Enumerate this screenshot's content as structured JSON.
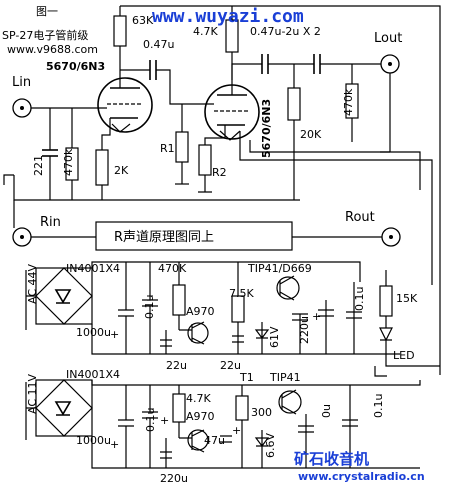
{
  "figure_label": "图一",
  "model_label": "SP-27电子管前级",
  "site_small": "www.v9688.com",
  "watermark_url": "www.wuyazi.com",
  "watermark_bottom": "www.crystalradio.cn",
  "logo_text": "矿石收音机",
  "tube_label_1": "5670/6N3",
  "tube_label_2": "5670/6N3",
  "ports": {
    "lin": "Lin",
    "lout": "Lout",
    "rin": "Rin",
    "rout": "Rout"
  },
  "note_box": "R声道原理图同上",
  "components": {
    "r_63k": "63K",
    "c_047": "0.47u",
    "r_47k_top": "4.7K",
    "c_047_2u": "0.47u-2u X 2",
    "r_470k_in": "470k",
    "c_221": "221",
    "r_2k": "2K",
    "r1": "R1",
    "r2": "R2",
    "r_20k": "20K",
    "r_470k_out": "470k",
    "bridge_1": "IN4001X4",
    "ac_44": "AC 44V",
    "c_1000u_1": "1000u",
    "c_01u_1": "0.1u",
    "r_470k_reg": "470K",
    "r_75k": "7.5K",
    "q_a970_1": "A970",
    "c_22u_a": "22u",
    "c_22u_b": "22u",
    "z_61v": "61V",
    "c_220u_1": "220u",
    "q_tip41_d669": "TIP41/D669",
    "c_01u_2": "0.1u",
    "r_15k": "15K",
    "led": "LED",
    "bridge_2": "IN4001X4",
    "ac_11": "AC 11V",
    "c_1000u_2": "1000u",
    "c_01u_3": "0.1u",
    "r_47k_reg": "4.7K",
    "q_a970_2": "A970",
    "c_47u": "47u",
    "c_220u_2": "220u",
    "r_300": "300",
    "z_66v": "6.6V",
    "t1": "T1",
    "q_tip41": "TIP41",
    "c_100u": "0u",
    "c_01u_4": "0.1u"
  }
}
